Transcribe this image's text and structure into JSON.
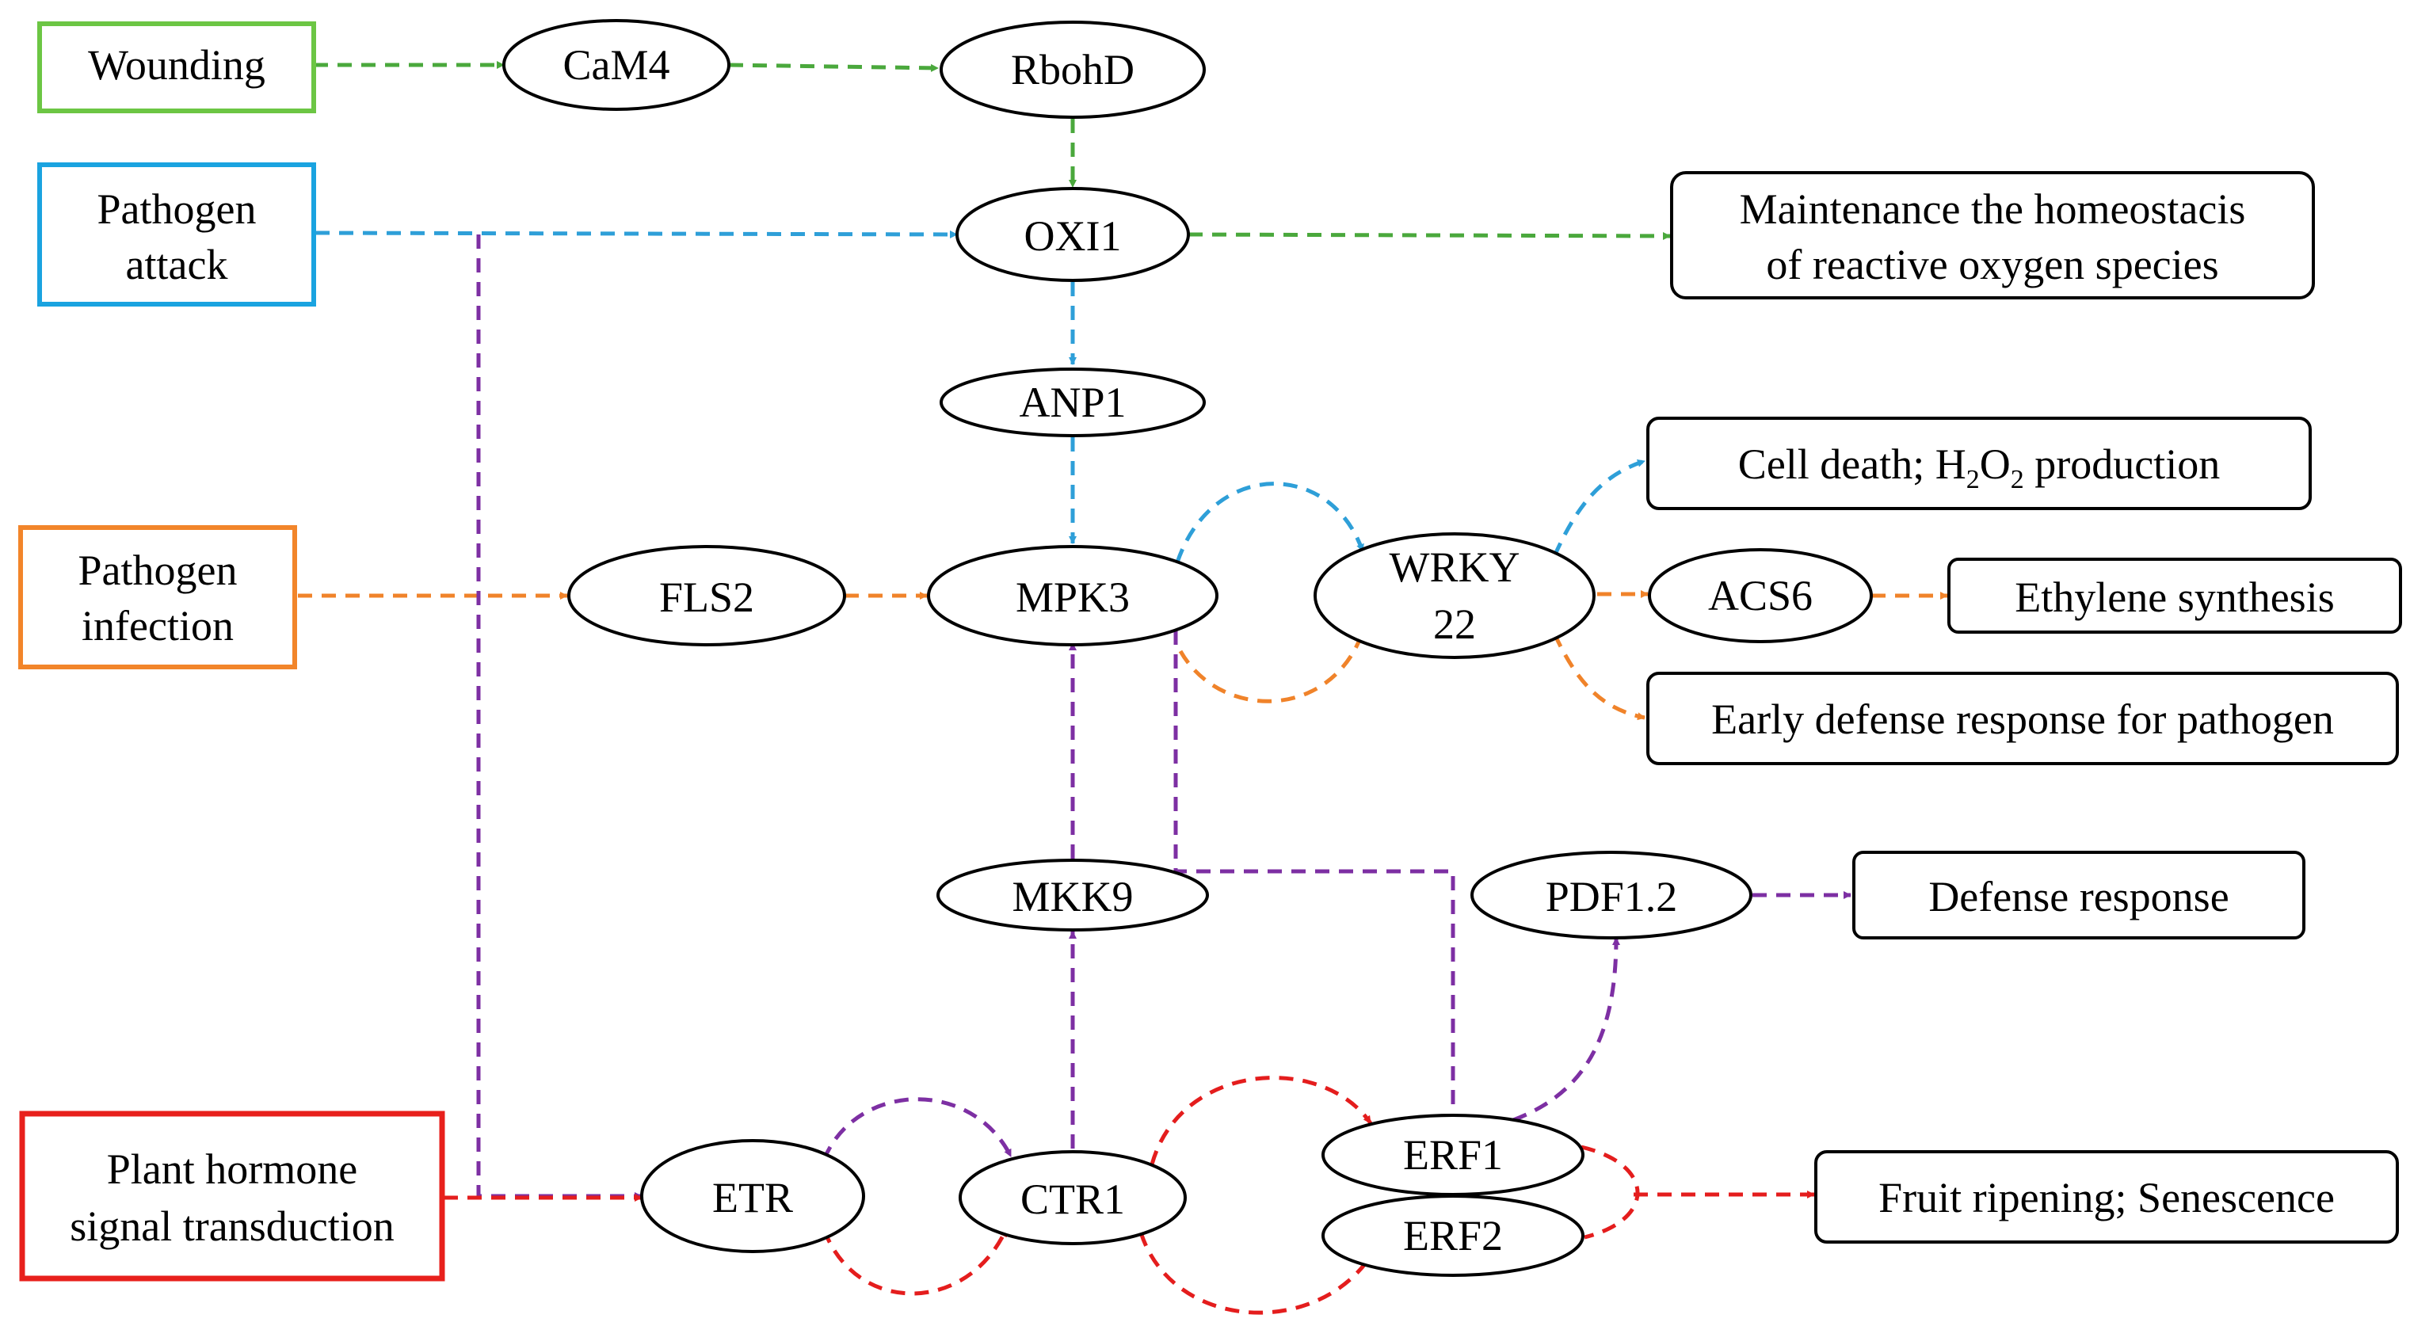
{
  "colors": {
    "wounding": "#6cc644",
    "pathogen_attack": "#1aa3e0",
    "pathogen_infection": "#f2852a",
    "plant_hormone": "#e8201c",
    "green_arrow": "#4aa83c",
    "blue_arrow": "#2e9fd8",
    "orange_arrow": "#f0832a",
    "purple_arrow": "#7d2fa3",
    "red_arrow": "#e41d1d",
    "node_stroke": "#000000"
  },
  "stimuli": {
    "wounding": "Wounding",
    "pathogen_attack_l1": "Pathogen",
    "pathogen_attack_l2": "attack",
    "pathogen_infection_l1": "Pathogen",
    "pathogen_infection_l2": "infection",
    "plant_hormone_l1": "Plant hormone",
    "plant_hormone_l2": "signal transduction"
  },
  "nodes": {
    "cam4": "CaM4",
    "rbohd": "RbohD",
    "oxi1": "OXI1",
    "anp1": "ANP1",
    "fls2": "FLS2",
    "mpk3": "MPK3",
    "wrky22_l1": "WRKY",
    "wrky22_l2": "22",
    "acs6": "ACS6",
    "mkk9": "MKK9",
    "pdf12": "PDF1.2",
    "etr": "ETR",
    "ctr1": "CTR1",
    "erf1": "ERF1",
    "erf2": "ERF2"
  },
  "outcomes": {
    "ros_l1": "Maintenance the homeostacis",
    "ros_l2": "of reactive oxygen species",
    "cell_death_a": "Cell death; H",
    "cell_death_sub1": "2",
    "cell_death_b": "O",
    "cell_death_sub2": "2",
    "cell_death_c": " production",
    "ethylene": "Ethylene synthesis",
    "early_defense": "Early defense response for pathogen",
    "defense": "Defense response",
    "fruit": "Fruit ripening; Senescence"
  }
}
